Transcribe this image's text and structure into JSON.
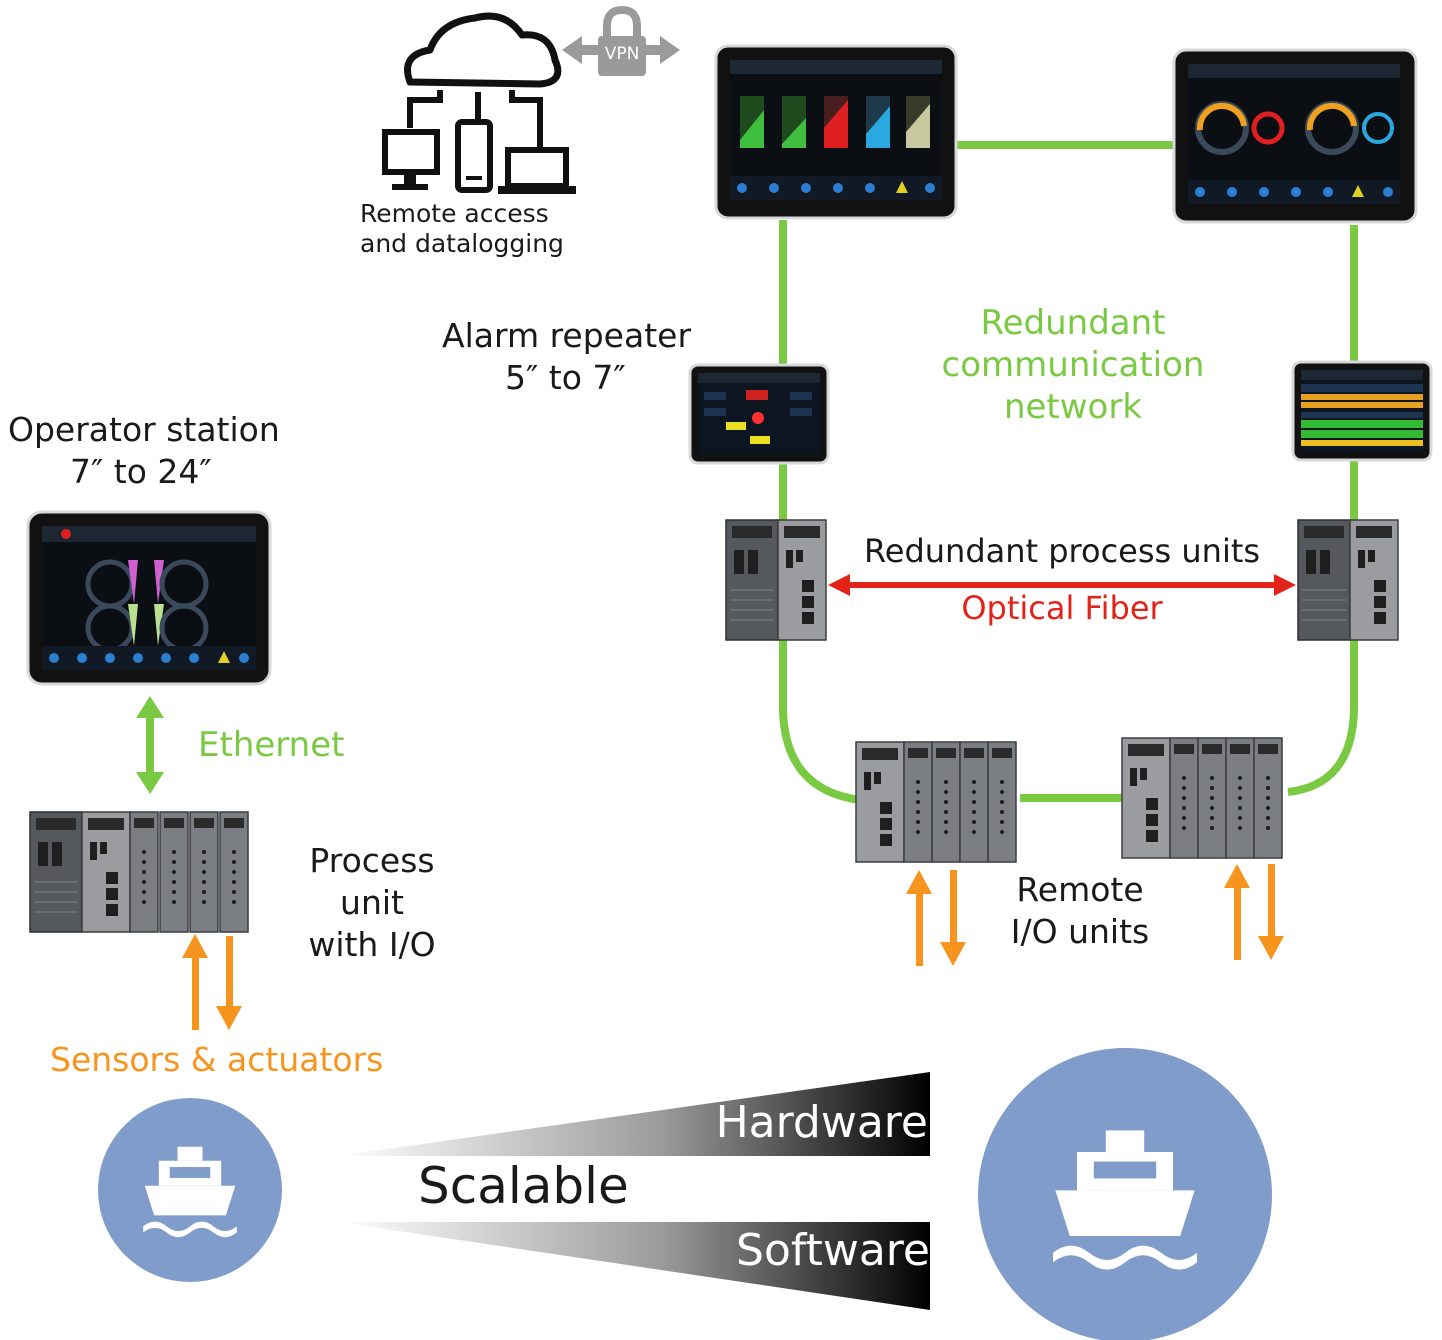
{
  "labels": {
    "remote_access_line1": "Remote access",
    "remote_access_line2": "and datalogging",
    "vpn": "VPN",
    "alarm_repeater_line1": "Alarm repeater",
    "alarm_repeater_line2": "5″ to 7″",
    "redundant_network_line1": "Redundant",
    "redundant_network_line2": "communication",
    "redundant_network_line3": "network",
    "operator_station_line1": "Operator station",
    "operator_station_line2": "7″ to 24″",
    "ethernet": "Ethernet",
    "redundant_process_units": "Redundant process units",
    "optical_fiber": "Optical Fiber",
    "process_unit_line1": "Process",
    "process_unit_line2": "unit",
    "process_unit_line3": "with I/O",
    "remote_io_line1": "Remote",
    "remote_io_line2": "I/O units",
    "sensors_actuators": "Sensors & actuators",
    "hardware": "Hardware",
    "scalable": "Scalable",
    "software": "Software"
  },
  "colors": {
    "network_green": "#7ac943",
    "fiber_red": "#e2231a",
    "io_orange": "#f7941d",
    "ship_circle": "#7f9ccb",
    "screen_frame": "#111111",
    "unit_gray": "#6d7075"
  },
  "icons": {
    "cloud": "cloud-icon",
    "vpn_lock": "lock-icon",
    "devices": [
      "desktop-icon",
      "phone-icon",
      "laptop-icon"
    ],
    "ship": "ship-icon"
  }
}
